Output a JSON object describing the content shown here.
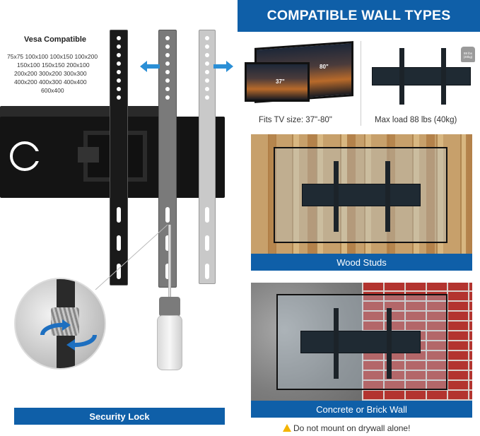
{
  "left": {
    "vesa_title": "Vesa Compatible",
    "vesa_lines": [
      "75x75 100x100 100x150 100x200",
      "150x100 150x150 200x100",
      "200x200 300x200 300x300",
      "400x200 400x300 400x400",
      "600x400"
    ],
    "security_label": "Security Lock"
  },
  "right": {
    "header": "COMPATIBLE WALL TYPES",
    "tv_sizes": {
      "small": "37\"",
      "large": "80\""
    },
    "fits_caption": "Fits TV size: 37\"-80\"",
    "load_caption": "Max load 88 lbs (40kg)",
    "weight_badge": "88 lbs (40kg)",
    "wood_label": "Wood Studs",
    "concrete_label": "Concrete or Brick Wall",
    "warning": "Do not mount on drywall alone!"
  },
  "colors": {
    "brand_blue": "#0f5fa8",
    "warning_yellow": "#f4b400"
  },
  "icons": [
    "brand-c-logo-icon",
    "rotate-arrows-icon",
    "left-arrow-icon",
    "right-arrow-icon",
    "warning-triangle-icon"
  ]
}
